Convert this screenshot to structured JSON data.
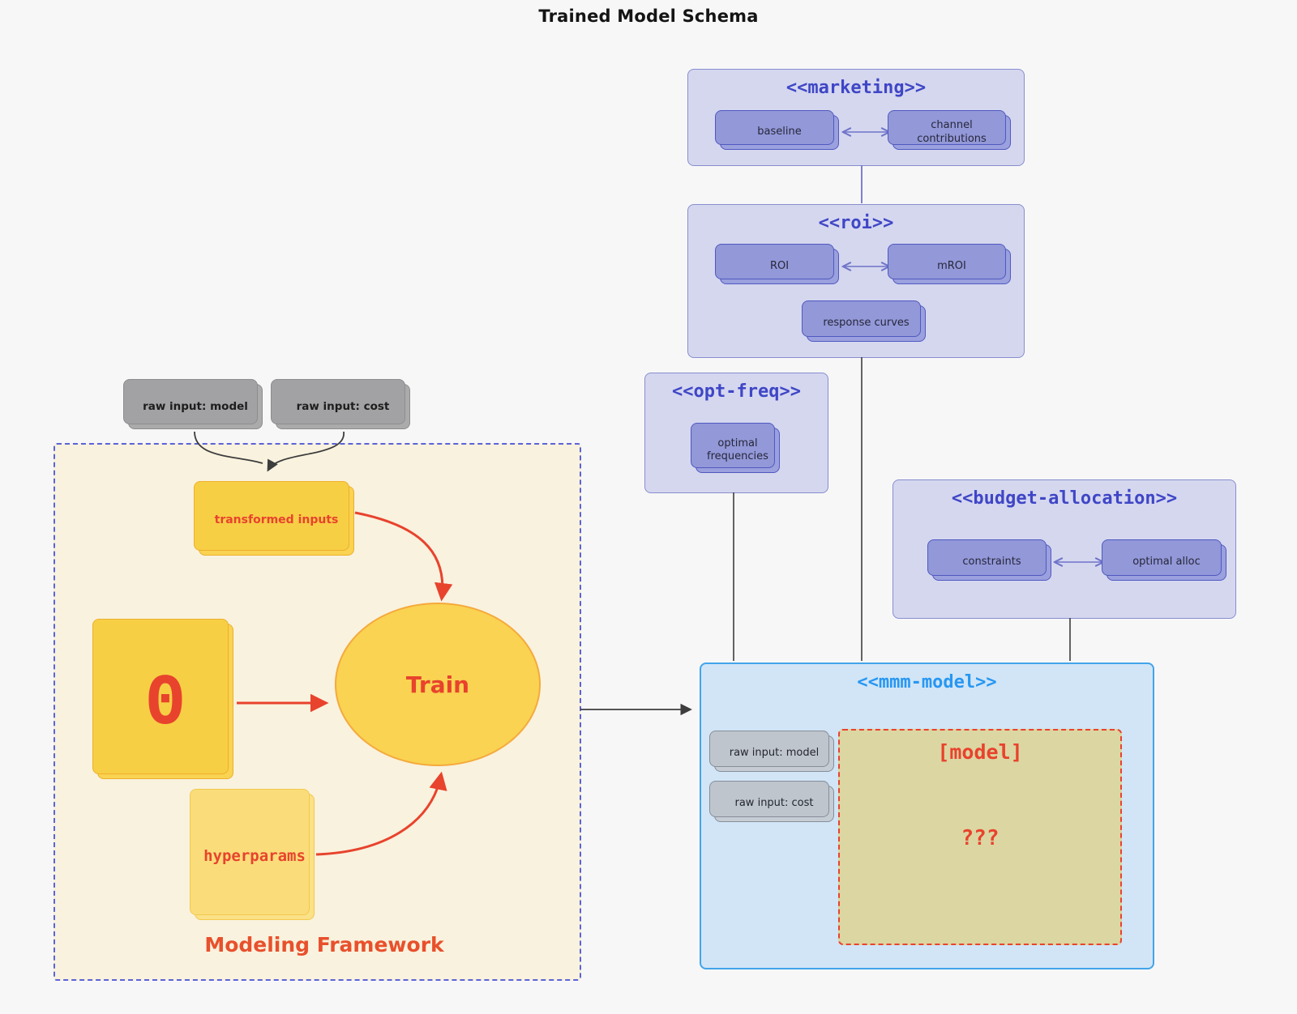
{
  "title": "Trained Model Schema",
  "colors": {
    "page_bg": "#f7f7f8",
    "cluster_bg": "#d5d7ef",
    "cluster_border": "#888dce",
    "cluster_title": "#3f46c6",
    "purple_node_fill": "#9ba0de",
    "purple_node_border": "#5059c0",
    "mmm_bg": "#d1e5f7",
    "mmm_border": "#42a4ea",
    "mmm_title": "#2797f2",
    "framework_bg": "#f9f2de",
    "framework_border": "#5b63d8",
    "yellow_fill": "#f9d351",
    "yellow_border": "#eeaf2c",
    "light_yellow_fill": "#fbe187",
    "khaki_fill": "#dcd6a2",
    "red_accent": "#e8432d",
    "gray_fill": "#ababab",
    "mmm_gray_fill": "#c6ccd4",
    "edge_dark": "#3d3d3d",
    "edge_purple": "#6f74c9"
  },
  "inputs": {
    "raw_input_model": "raw input: model",
    "raw_input_cost": "raw input: cost"
  },
  "clusters": {
    "marketing": {
      "title": "<<marketing>>",
      "nodes": {
        "baseline": "baseline",
        "channel_contributions": "channel contributions"
      }
    },
    "roi": {
      "title": "<<roi>>",
      "nodes": {
        "roi": "ROI",
        "mroi": "mROI",
        "response_curves": "response curves"
      }
    },
    "opt_freq": {
      "title": "<<opt-freq>>",
      "nodes": {
        "optimal_frequencies": "optimal frequencies"
      }
    },
    "budget_allocation": {
      "title": "<<budget-allocation>>",
      "nodes": {
        "constraints": "constraints",
        "optimal_alloc": "optimal alloc"
      }
    },
    "mmm_model": {
      "title": "<<mmm-model>>",
      "nodes": {
        "raw_input_model": "raw input: model",
        "raw_input_cost": "raw input: cost",
        "model_box": "[model]",
        "unknown": "???"
      }
    },
    "modeling_framework": {
      "title": "Modeling Framework",
      "nodes": {
        "transformed_inputs": "transformed inputs",
        "theta": "Θ",
        "train": "Train",
        "hyperparams": "hyperparams"
      }
    }
  }
}
